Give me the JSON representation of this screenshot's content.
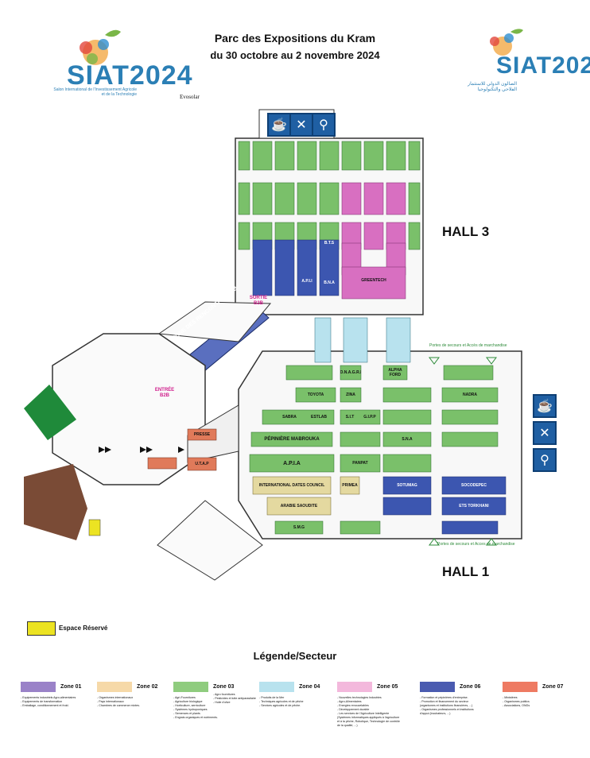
{
  "header": {
    "title": "Parc des Expositions du Kram",
    "dates": "du 30 octobre au 2 novembre 2024"
  },
  "logo_left": {
    "wordmark": "SIAT2024",
    "subtitle": "Salon International de l'Investissement Agricole et de la Technologie"
  },
  "logo_right": {
    "wordmark": "SIAT2024",
    "subtitle_ar": "الصالون الدولي للاستثمار الفلاحي والتكنولوجيا"
  },
  "exhibitor_top": "Evosolar",
  "halls": {
    "hall3": "HALL 3",
    "hall1": "HALL 1"
  },
  "exit_notes": {
    "top": "Portes de secours et Accès de marchandise",
    "bottom": "Portes de secours et Acces de marchandise"
  },
  "zones_text": {
    "zone_rencontres": "ZONE DES RENCONTRES B2B",
    "sortie": "SORTIE B2B",
    "entree": "ENTRÉE B2B"
  },
  "booths": [
    {
      "id": "apii",
      "label": "A.P.I.I",
      "color": "#3c56b0"
    },
    {
      "id": "bts",
      "label": "B.T.S",
      "color": "#3c56b0"
    },
    {
      "id": "bna",
      "label": "B.N.A",
      "color": "#3c56b0"
    },
    {
      "id": "greentech",
      "label": "GREENTECH",
      "color": "#d86fc1"
    },
    {
      "id": "presse",
      "label": "PRESSE",
      "color": "#e07a5a"
    },
    {
      "id": "utap",
      "label": "U.T.A.P",
      "color": "#e07a5a"
    },
    {
      "id": "toyota",
      "label": "TOYOTA",
      "color": "#7ac06a"
    },
    {
      "id": "zina",
      "label": "ZINA",
      "color": "#7ac06a"
    },
    {
      "id": "onagri",
      "label": "O.N.A.G.R.I",
      "color": "#7ac06a"
    },
    {
      "id": "alpha",
      "label": "ALPHA FORD",
      "color": "#7ac06a"
    },
    {
      "id": "nadra",
      "label": "NADRA",
      "color": "#7ac06a"
    },
    {
      "id": "sabra",
      "label": "SABRA",
      "color": "#7ac06a"
    },
    {
      "id": "estlab",
      "label": "ESTLAB",
      "color": "#7ac06a"
    },
    {
      "id": "sit",
      "label": "S.I.T",
      "color": "#7ac06a"
    },
    {
      "id": "gipp",
      "label": "G.I.P.P",
      "color": "#7ac06a"
    },
    {
      "id": "pepiniere",
      "label": "PÉPINIÈRE MABROUKA",
      "color": "#7ac06a"
    },
    {
      "id": "sna",
      "label": "S.N.A",
      "color": "#7ac06a"
    },
    {
      "id": "apia",
      "label": "A.P.I.A",
      "color": "#7ac06a"
    },
    {
      "id": "panpat",
      "label": "PANPAT",
      "color": "#7ac06a"
    },
    {
      "id": "intl-dates",
      "label": "INTERNATIONAL DATES COUNCIL",
      "color": "#e4d9a0"
    },
    {
      "id": "primea",
      "label": "PRIMEA",
      "color": "#e4d9a0"
    },
    {
      "id": "sotumag",
      "label": "SOTUMAG",
      "color": "#7ac06a"
    },
    {
      "id": "socodepec",
      "label": "SOCODEPEC",
      "color": "#3c56b0"
    },
    {
      "id": "ets",
      "label": "ETS TORKHANI",
      "color": "#3c56b0"
    },
    {
      "id": "arabie",
      "label": "ARABIE SAOUDITE",
      "color": "#e4d9a0"
    },
    {
      "id": "smg",
      "label": "S.M.G",
      "color": "#7ac06a"
    }
  ],
  "reserved": {
    "label": "Espace Réservé",
    "color": "#ece322"
  },
  "legend": {
    "title": "Légende/Secteur",
    "items": [
      {
        "name": "Zone 01",
        "color": "#9a82c8",
        "desc": [
          "- Equipements industriels Agro-alimentaires",
          "- Equipements de transformation",
          "- Emballage, conditionnement et froid."
        ]
      },
      {
        "name": "Zone 02",
        "color": "#f6d9a8",
        "desc": [
          "- Organismes internationaux",
          "- Pays internationaux",
          "- Chambres de commerce mixtes."
        ]
      },
      {
        "name": "Zone 03",
        "color": "#8fcc7e",
        "desc": [
          "- Agri-Fournitures",
          "- Agriculture biologique",
          "- Horticulture, serriculture",
          "- Systèmes hydroponiques",
          "- Semences et plants",
          "- Engrais organiques et nutriments."
        ]
      },
      {
        "name": "",
        "color": "",
        "desc": [
          "- Agro fournitures",
          "- Pesticides et lutte antiparasitaire",
          "- Huile d'olive"
        ]
      },
      {
        "name": "Zone 04",
        "color": "#b8e2ee",
        "desc": [
          "- Produits de la Mer",
          "- Techniques agricoles et de pêche",
          "- Services agricoles et de pêche."
        ]
      },
      {
        "name": "Zone 05",
        "color": "#f3b8dc",
        "desc": [
          "- Nouvelles technologies Industries",
          "- Agro-Alimentaires",
          "- Energies renouvelables",
          "- Développement durable",
          "- Les services de l'Agriculture Intelligente",
          "(Systèmes informatiques appliqués à l'agriculture",
          "et à la pêche, Robotique, Technologie de contrôle",
          "de la qualité, ...)"
        ]
      },
      {
        "name": "Zone 06",
        "color": "#4a5bb0",
        "desc": [
          "- Formation et pépinières d'entreprise.",
          "- Promotion et financement du secteur",
          "(organismes et institutions financières, ...)",
          "- Organismes professionnels et institutions",
          "d'appui (incubateurs, ...)"
        ]
      },
      {
        "name": "Zone 07",
        "color": "#ee7a62",
        "desc": [
          "- Ministères",
          "- Organismes publics",
          "- Associations, ONGs"
        ]
      }
    ]
  }
}
